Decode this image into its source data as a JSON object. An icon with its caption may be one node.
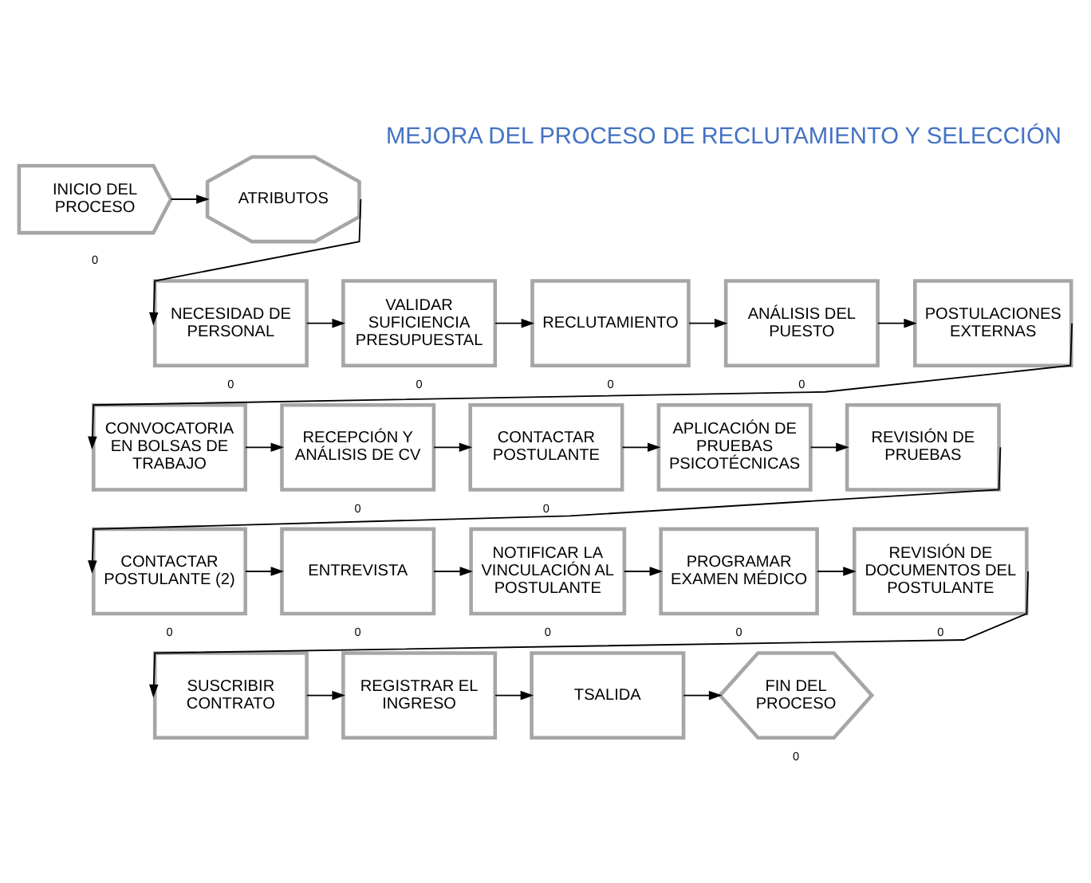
{
  "diagram": {
    "title": "MEJORA DEL PROCESO DE RECLUTAMIENTO Y SELECCIÓN",
    "nodes": [
      {
        "text": [
          "INICIO DEL PROCESO"
        ]
      },
      {
        "text": [
          "ATRIBUTOS"
        ]
      },
      {
        "text": [
          "NECESIDAD DE PERSONAL"
        ]
      },
      {
        "text": [
          "VALIDAR SUFICIENCIA PRESUPUESTAL"
        ]
      },
      {
        "text": [
          "RECLUTAMIENTO"
        ]
      },
      {
        "text": [
          "ANÁLISIS DEL PUESTO"
        ]
      },
      {
        "text": [
          "POSTULACIONES EXTERNAS"
        ]
      },
      {
        "text": [
          "CONVOCATORIA EN BOLSAS DE TRABAJO"
        ]
      },
      {
        "text": [
          "RECEPCIÓN Y ANÁLISIS DE CV"
        ]
      },
      {
        "text": [
          "CONTACTAR POSTULANTE"
        ]
      },
      {
        "text": [
          "APLICACIÓN DE PRUEBAS PSICOTÉCNICAS"
        ]
      },
      {
        "text": [
          "REVISIÓN DE PRUEBAS"
        ]
      },
      {
        "text": [
          "CONTACTAR POSTULANTE (2)"
        ]
      },
      {
        "text": [
          "ENTREVISTA"
        ]
      },
      {
        "text": [
          "NOTIFICAR LA VINCULACIÓN AL POSTULANTE"
        ]
      },
      {
        "text": [
          "PROGRAMAR EXAMEN MÉDICO"
        ]
      },
      {
        "text": [
          "REVISIÓN DE DOCUMENTOS DEL POSTULANTE"
        ]
      },
      {
        "text": [
          "SUSCRIBIR CONTRATO"
        ]
      },
      {
        "text": [
          "REGISTRAR EL INGRESO"
        ]
      },
      {
        "text": [
          "TSALIDA"
        ]
      },
      {
        "text": [
          "FIN DEL PROCESO"
        ]
      }
    ],
    "edges": [
      {
        "from": 0,
        "to": 1,
        "arrow": "to"
      },
      {
        "from": 1,
        "to": 2,
        "arrow": "to"
      },
      {
        "from": 2,
        "to": 3,
        "arrow": "to"
      },
      {
        "from": 3,
        "to": 4,
        "arrow": "to"
      },
      {
        "from": 4,
        "to": 5,
        "arrow": "to"
      },
      {
        "from": 5,
        "to": 6,
        "arrow": "to"
      },
      {
        "from": 6,
        "to": 7,
        "arrow": "to"
      },
      {
        "from": 7,
        "to": 8,
        "arrow": "to"
      },
      {
        "from": 8,
        "to": 9,
        "arrow": "to"
      },
      {
        "from": 9,
        "to": 10,
        "arrow": "to"
      },
      {
        "from": 10,
        "to": 11,
        "arrow": "to"
      },
      {
        "from": 11,
        "to": 12,
        "arrow": "to"
      },
      {
        "from": 12,
        "to": 13,
        "arrow": "to"
      },
      {
        "from": 13,
        "to": 14,
        "arrow": "to"
      },
      {
        "from": 14,
        "to": 15,
        "arrow": "to"
      },
      {
        "from": 15,
        "to": 16,
        "arrow": "to"
      },
      {
        "from": 16,
        "to": 17,
        "arrow": "to"
      },
      {
        "from": 17,
        "to": 18,
        "arrow": "to"
      },
      {
        "from": 18,
        "to": 19,
        "arrow": "to"
      },
      {
        "from": 19,
        "to": 20,
        "arrow": "to"
      }
    ],
    "labels": [
      "0",
      "0",
      "0",
      "0",
      "0",
      "0",
      "0",
      "0",
      "0",
      "0",
      "0",
      "0",
      "0"
    ]
  }
}
